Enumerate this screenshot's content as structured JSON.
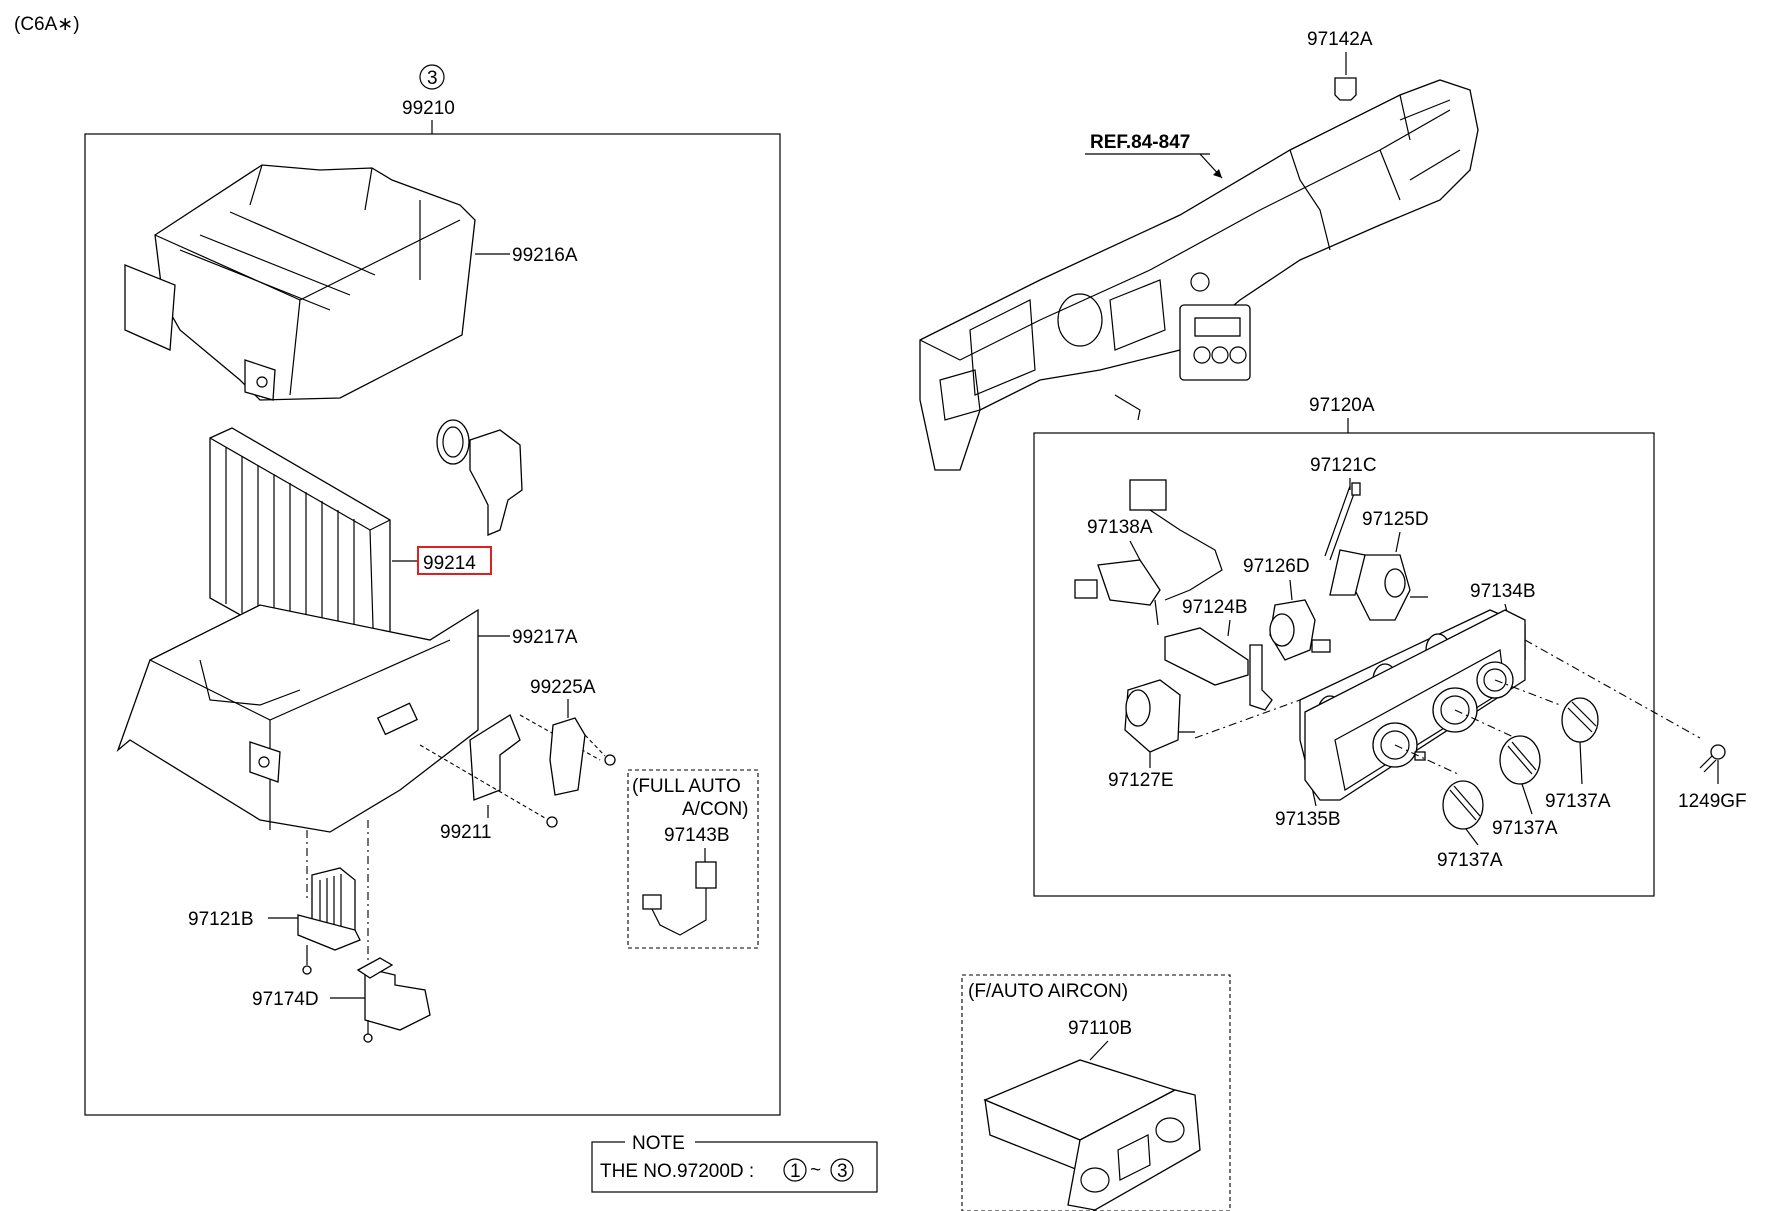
{
  "header": {
    "model_code": "(C6A∗)"
  },
  "left_assembly": {
    "circled_no": "3",
    "part_no": "99210",
    "parts": {
      "p99216A": "99216A",
      "p99214": "99214",
      "p99217A": "99217A",
      "p99225A": "99225A",
      "p99211": "99211",
      "p97121B": "97121B",
      "p97174D": "97174D"
    },
    "full_auto": {
      "title_line1": "(FULL AUTO",
      "title_line2": "A/CON)",
      "part": "97143B"
    }
  },
  "dashboard": {
    "ref": "REF.84-847",
    "part_top": "97142A"
  },
  "control_assembly": {
    "part_no": "97120A",
    "parts": {
      "p97121C": "97121C",
      "p97138A": "97138A",
      "p97125D": "97125D",
      "p97126D": "97126D",
      "p97124B": "97124B",
      "p97134B": "97134B",
      "p97127E": "97127E",
      "p97135B": "97135B",
      "p97137A_1": "97137A",
      "p97137A_2": "97137A",
      "p97137A_3": "97137A",
      "p1249GF": "1249GF"
    }
  },
  "f_auto": {
    "title": "(F/AUTO AIRCON)",
    "part": "97110B"
  },
  "note": {
    "title": "NOTE",
    "text": "THE NO.97200D :",
    "circled_from": "1",
    "range_sep": "~",
    "circled_to": "3"
  },
  "highlight_color": "#e02020"
}
